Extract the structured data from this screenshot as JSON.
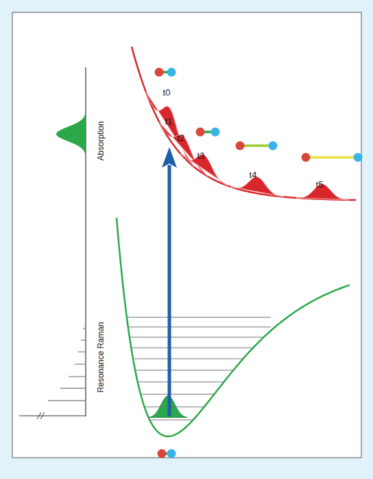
{
  "diagram": {
    "labels": [
      "t0",
      "t1",
      "t2",
      "t3",
      "t4",
      "t5",
      "Absorption",
      "Resonance Raman"
    ]
  }
}
